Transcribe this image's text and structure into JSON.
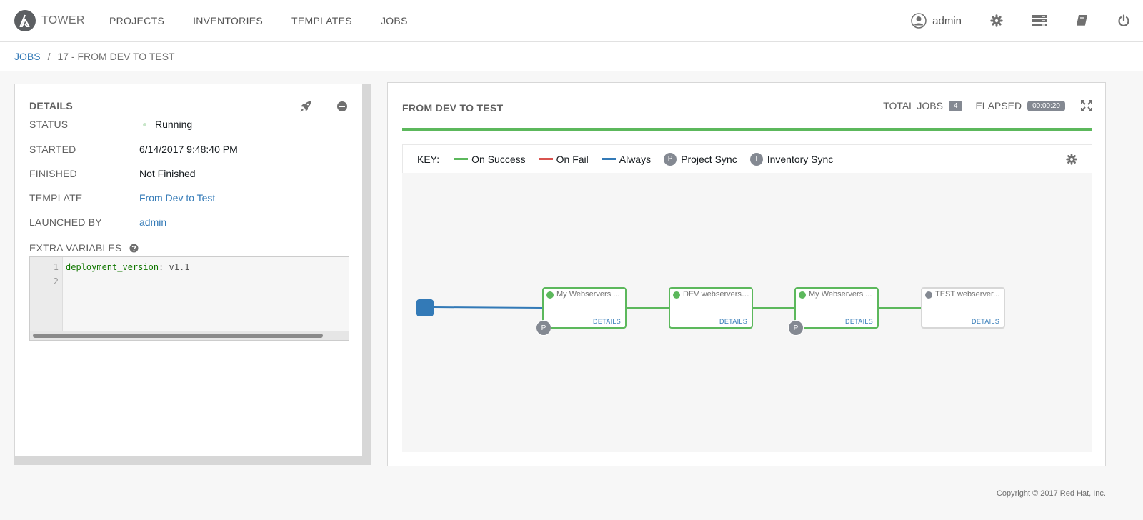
{
  "brand": {
    "name": "TOWER"
  },
  "nav": {
    "items": [
      "PROJECTS",
      "INVENTORIES",
      "TEMPLATES",
      "JOBS"
    ]
  },
  "user": {
    "name": "admin"
  },
  "breadcrumb": {
    "parent": "JOBS",
    "separator": "/",
    "current": "17 - FROM DEV TO TEST"
  },
  "details": {
    "title": "DETAILS",
    "status_label": "STATUS",
    "status_value": "Running",
    "started_label": "STARTED",
    "started_value": "6/14/2017 9:48:40 PM",
    "finished_label": "FINISHED",
    "finished_value": "Not Finished",
    "template_label": "TEMPLATE",
    "template_value": "From Dev to Test",
    "launched_label": "LAUNCHED BY",
    "launched_value": "admin",
    "extra_vars_label": "EXTRA VARIABLES",
    "code_line_numbers": [
      "1",
      "2"
    ],
    "code_key": "deployment_version",
    "code_colon": ":",
    "code_value": "v1.1"
  },
  "workflow": {
    "title": "FROM DEV TO TEST",
    "total_jobs_label": "TOTAL JOBS",
    "total_jobs_value": "4",
    "elapsed_label": "ELAPSED",
    "elapsed_value": "00:00:20",
    "key": {
      "label": "KEY:",
      "on_success": "On Success",
      "on_fail": "On Fail",
      "always": "Always",
      "project_sync_letter": "P",
      "project_sync": "Project Sync",
      "inventory_sync_letter": "I",
      "inventory_sync": "Inventory Sync"
    },
    "nodes": [
      {
        "name": "My Webservers ...",
        "details": "DETAILS",
        "badge": "P",
        "status": "success"
      },
      {
        "name": "DEV webservers ...",
        "details": "DETAILS",
        "badge": "",
        "status": "success"
      },
      {
        "name": "My Webservers ...",
        "details": "DETAILS",
        "badge": "P",
        "status": "success"
      },
      {
        "name": "TEST webserver...",
        "details": "DETAILS",
        "badge": "",
        "status": "pending"
      }
    ]
  },
  "colors": {
    "success": "#5cb85c",
    "fail": "#d9534f",
    "always": "#337ab7",
    "link": "#337ab7",
    "badge": "#848992"
  },
  "footer": {
    "copyright": "Copyright © 2017 Red Hat, Inc."
  }
}
